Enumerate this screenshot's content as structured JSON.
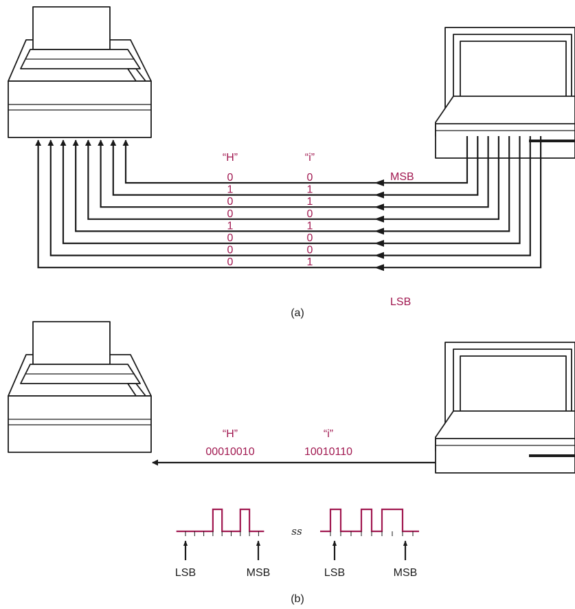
{
  "colors": {
    "accent": "#a0174f",
    "ink": "#1a1a1a"
  },
  "icons": [
    "printer-icon",
    "computer-icon",
    "arrow-icon",
    "break-symbol-icon"
  ],
  "panel_a": {
    "caption": "(a)",
    "char1_label": "“H”",
    "char2_label": "“i”",
    "msb_label": "MSB",
    "lsb_label": "LSB",
    "h_bits": [
      "0",
      "1",
      "0",
      "0",
      "1",
      "0",
      "0",
      "0"
    ],
    "i_bits": [
      "0",
      "1",
      "1",
      "0",
      "1",
      "0",
      "0",
      "1"
    ]
  },
  "panel_b": {
    "caption": "(b)",
    "char1_label": "“H”",
    "char1_bits": "00010010",
    "char2_label": "“i”",
    "char2_bits": "10010110",
    "break_symbol": "ss",
    "left_lsb": "LSB",
    "left_msb": "MSB",
    "right_lsb": "LSB",
    "right_msb": "MSB",
    "left_wave": [
      0,
      0,
      0,
      1,
      0,
      0,
      1,
      0
    ],
    "right_wave": [
      1,
      0,
      0,
      1,
      0,
      1,
      1,
      0
    ]
  }
}
